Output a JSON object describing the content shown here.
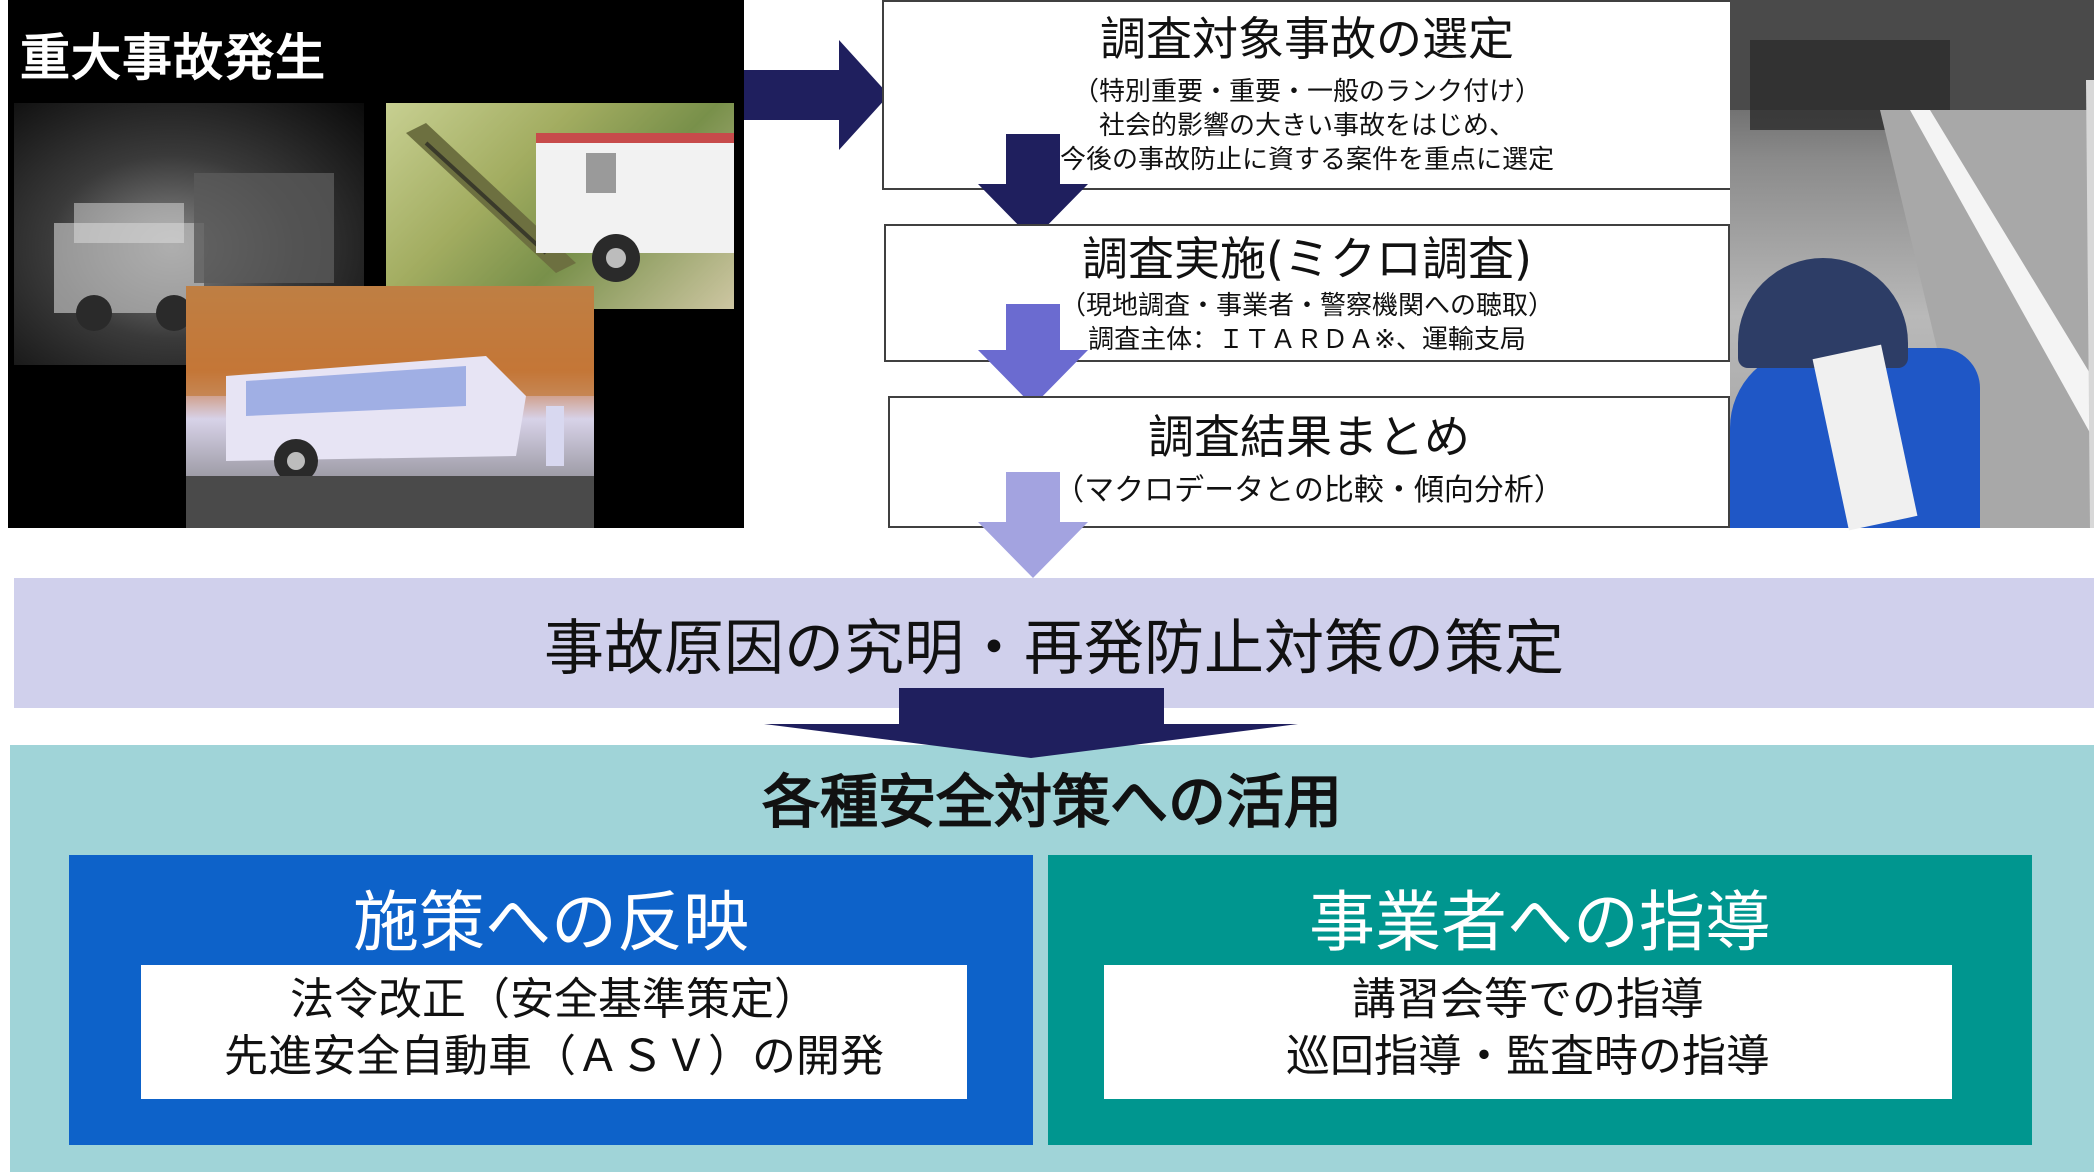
{
  "accident": {
    "title": "重大事故発生"
  },
  "flow": {
    "step1": {
      "title": "調査対象事故の選定",
      "lines": [
        "（特別重要・重要・一般のランク付け）",
        "社会的影響の大きい事故をはじめ、",
        "今後の事故防止に資する案件を重点に選定"
      ]
    },
    "step2": {
      "title": "調査実施(ミクロ調査)",
      "lines": [
        "（現地調査・事業者・警察機関への聴取）",
        "調査主体：ＩＴＡＲＤＡ※、運輸支局"
      ]
    },
    "step3": {
      "title": "調査結果まとめ",
      "lines": [
        "（マクロデータとの比較・傾向分析）"
      ]
    }
  },
  "cause": {
    "text": "事故原因の究明・再発防止対策の策定"
  },
  "utilization": {
    "title": "各種安全対策への活用",
    "policy": {
      "title": "施策への反映",
      "lines": [
        "法令改正（安全基準策定）",
        "先進安全自動車（ＡＳＶ）の開発"
      ]
    },
    "guidance": {
      "title": "事業者への指導",
      "lines": [
        "講習会等での指導",
        "巡回指導・監査時の指導"
      ]
    }
  },
  "colors": {
    "arrow_dark": "#1f1f5e",
    "arrow_mid": "#6b6bd0",
    "arrow_light": "#a3a3e0",
    "cause_band": "#d0d0ec",
    "teal_area": "#a0d4d8",
    "policy_blue": "#0d62c9",
    "guidance_teal": "#00968f"
  }
}
